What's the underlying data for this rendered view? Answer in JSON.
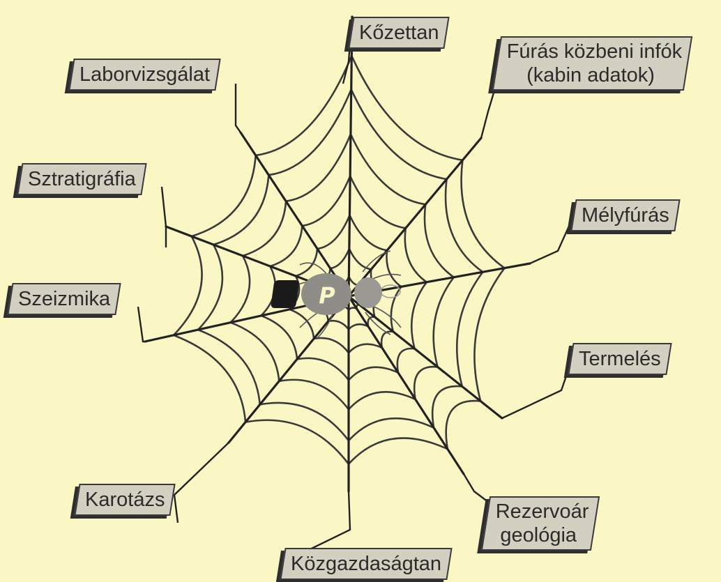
{
  "center": {
    "logo_letter": "P"
  },
  "nodes": {
    "kozettan": "Kőzettan",
    "furas_line1": "Fúrás közbeni infók",
    "furas_line2": "(kabin adatok)",
    "laborvizsgalat": "Laborvizsgálat",
    "sztratigrafia": "Sztratigráfia",
    "melyfuras": "Mélyfúrás",
    "szeizmika": "Szeizmika",
    "termeles": "Termelés",
    "karotazs": "Karotázs",
    "rezervoar_line1": "Rezervoár",
    "rezervoar_line2": "geológia",
    "kozgazdasagtan": "Közgazdaságtan"
  }
}
